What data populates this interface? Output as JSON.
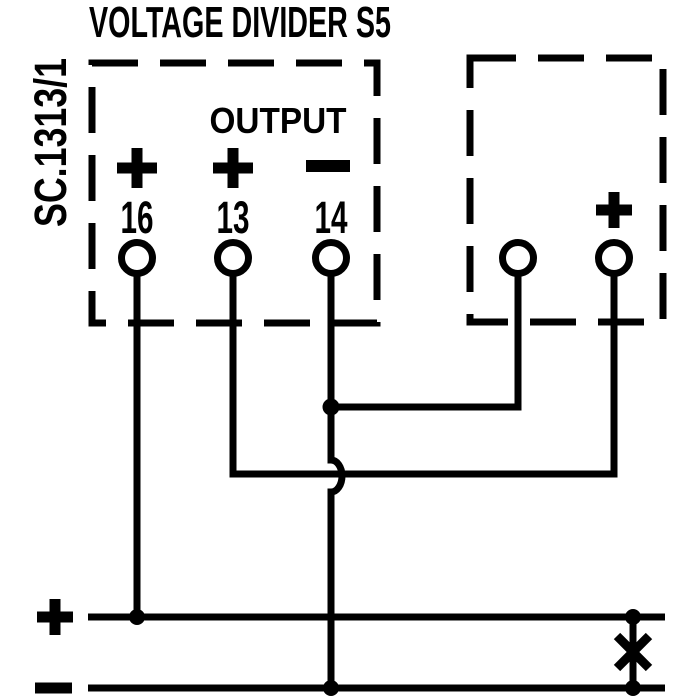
{
  "colors": {
    "ink": "#000000",
    "paper": "#ffffff"
  },
  "diagram": {
    "title": "VOLTAGE DIVIDER S5",
    "unit_label": "SC.1313/1",
    "voltage_divider_box": {
      "output_label": "OUTPUT",
      "terminals": [
        {
          "number": "16",
          "polarity": "+"
        },
        {
          "number": "13",
          "polarity": "+"
        },
        {
          "number": "14",
          "polarity": "-"
        }
      ]
    },
    "instrument_box": {
      "terminals": [
        {
          "polarity": ""
        },
        {
          "polarity": "+"
        }
      ]
    },
    "supply_bus": {
      "positive": "+",
      "negative": "-"
    },
    "link_symbol": "x"
  }
}
